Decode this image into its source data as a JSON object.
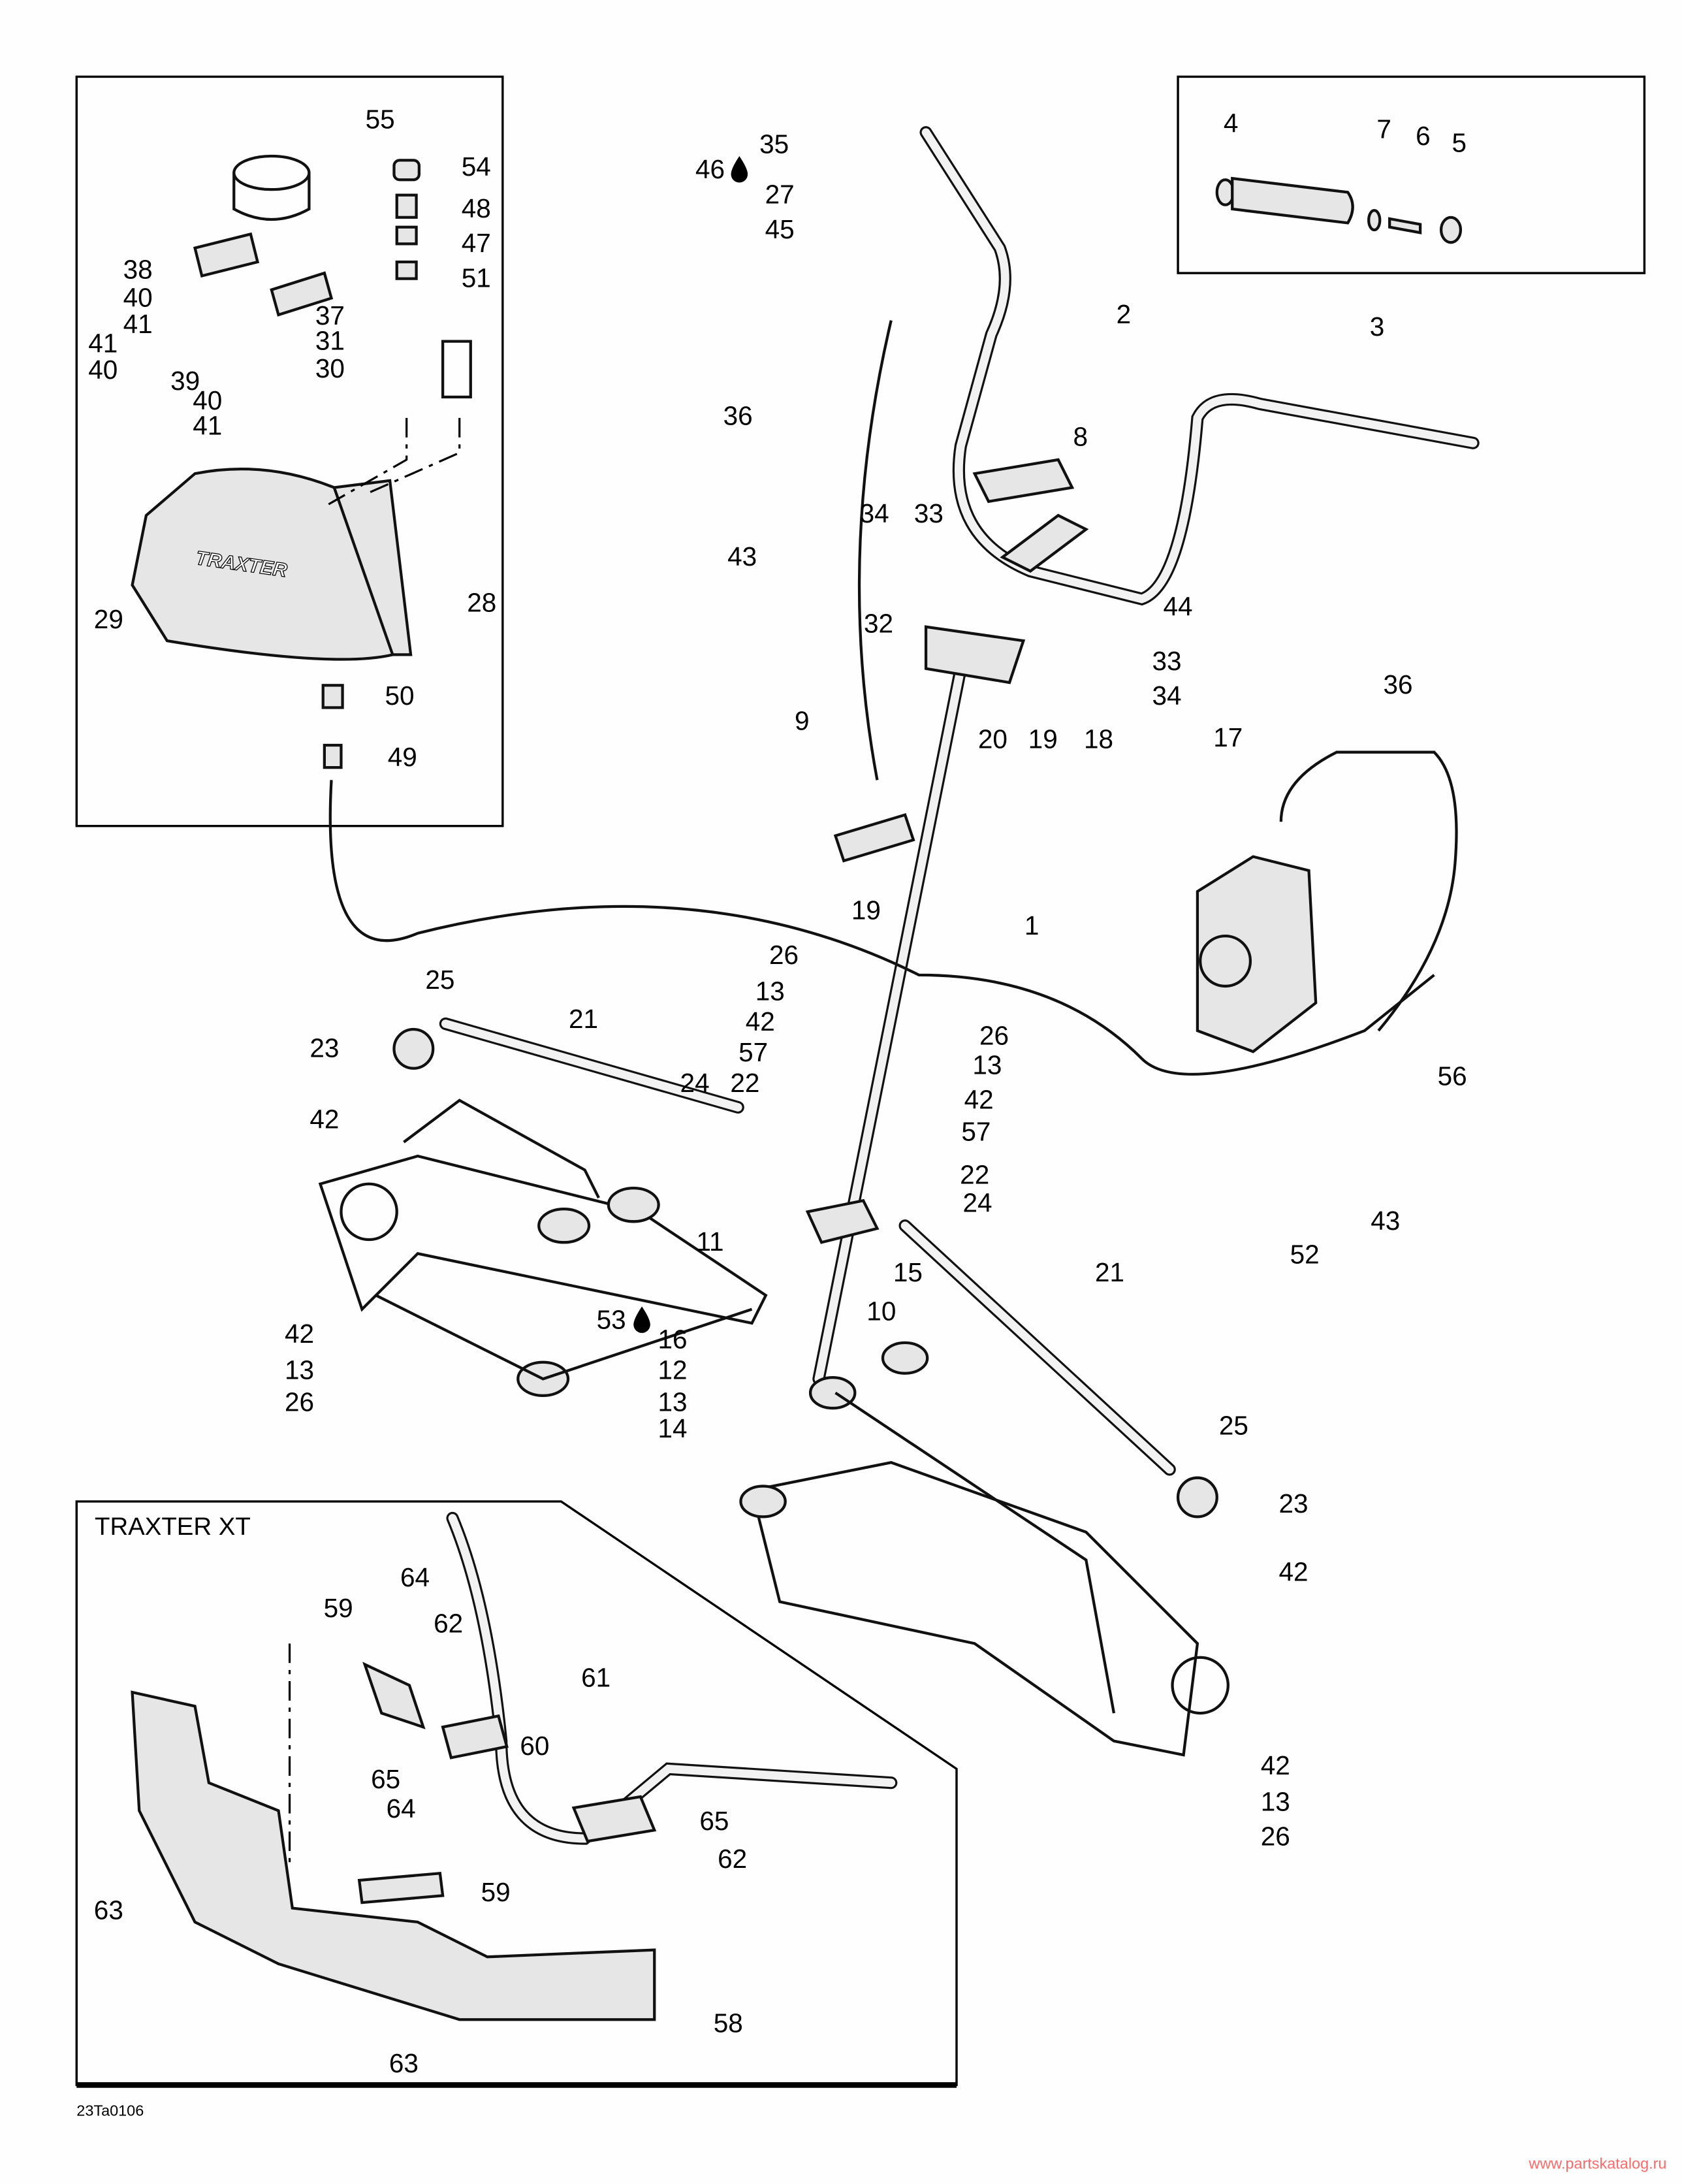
{
  "diagram": {
    "inset_title": "TRAXTER XT",
    "drawing_code": "23Ta0106",
    "watermark": "www.partskatalog.ru",
    "watermark_color": "#ff6b6b",
    "callouts": [
      "55",
      "54",
      "48",
      "47",
      "51",
      "38",
      "40",
      "41",
      "37",
      "31",
      "41",
      "30",
      "40",
      "39",
      "40",
      "41",
      "29",
      "28",
      "50",
      "49",
      "4",
      "7",
      "6",
      "5",
      "3",
      "35",
      "46",
      "27",
      "45",
      "2",
      "8",
      "36",
      "43",
      "34",
      "33",
      "44",
      "32",
      "33",
      "34",
      "36",
      "9",
      "20",
      "19",
      "18",
      "17",
      "19",
      "1",
      "25",
      "21",
      "26",
      "13",
      "42",
      "57",
      "23",
      "24",
      "22",
      "26",
      "13",
      "42",
      "57",
      "56",
      "42",
      "22",
      "24",
      "11",
      "15",
      "10",
      "21",
      "43",
      "52",
      "53",
      "16",
      "12",
      "13",
      "14",
      "42",
      "13",
      "26",
      "25",
      "23",
      "42",
      "42",
      "13",
      "26",
      "64",
      "59",
      "62",
      "61",
      "60",
      "65",
      "65",
      "62",
      "64",
      "59",
      "63",
      "58",
      "63"
    ],
    "icons": [
      "oil-drop-icon",
      "oil-drop-icon"
    ]
  }
}
